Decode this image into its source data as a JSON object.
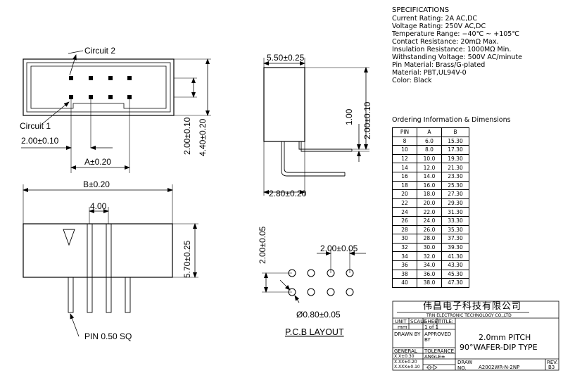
{
  "specs": {
    "title": "SPECIFICATIONS",
    "lines": [
      "Current Rating: 2A AC,DC",
      "Voltage Rating: 250V AC,DC",
      "Temperature Range: −40℃ ~ +105℃",
      "Contact Resistance: 20mΩ Max.",
      "Insulation Resistance: 1000MΩ Min.",
      "Withstanding Voltage: 500V AC/minute",
      "Pin Material: Brass/G-plated",
      "Material: PBT,UL94V-0",
      "Color: Black"
    ]
  },
  "ordering": {
    "title": "Ordering Information & Dimensions",
    "headers": [
      "PIN",
      "A",
      "B"
    ],
    "rows": [
      [
        "8",
        "6.0",
        "15.30"
      ],
      [
        "10",
        "8.0",
        "17.30"
      ],
      [
        "12",
        "10.0",
        "19.30"
      ],
      [
        "14",
        "12.0",
        "21.30"
      ],
      [
        "16",
        "14.0",
        "23.30"
      ],
      [
        "18",
        "16.0",
        "25.30"
      ],
      [
        "20",
        "18.0",
        "27.30"
      ],
      [
        "22",
        "20.0",
        "29.30"
      ],
      [
        "24",
        "22.0",
        "31.30"
      ],
      [
        "26",
        "24.0",
        "33.30"
      ],
      [
        "28",
        "26.0",
        "35.30"
      ],
      [
        "30",
        "28.0",
        "37.30"
      ],
      [
        "32",
        "30.0",
        "39.30"
      ],
      [
        "34",
        "32.0",
        "41.30"
      ],
      [
        "36",
        "34.0",
        "43.30"
      ],
      [
        "38",
        "36.0",
        "45.30"
      ],
      [
        "40",
        "38.0",
        "47.30"
      ]
    ]
  },
  "labels": {
    "circuit2": "Circuit 2",
    "circuit1": "Circuit 1",
    "dim_200_010_left": "2.00±0.10",
    "dim_a": "A±0.20",
    "dim_200_010_v": "2.00±0.10",
    "dim_440_020": "4.40±0.20",
    "dim_550_025": "5.50±0.25",
    "dim_100": "1.00",
    "dim_200_010_side": "2.00±0.10",
    "dim_280_020": "2.80±0.20",
    "dim_b": "B±0.20",
    "dim_400": "4.00",
    "dim_570_025": "5.70±0.25",
    "pin_sq": "PIN 0.50 SQ",
    "pcb_200_005_v": "2.00±0.05",
    "pcb_200_005_h": "2.00±0.05",
    "pcb_hole": "Ø0.80±0.05",
    "pcb_layout": "P.C.B LAYOUT"
  },
  "titleblock": {
    "company_cn": "伟昌电子科技有限公司",
    "company_en": "TRN ELECTRONIC TECHNOLOGY CO.,LTD",
    "unit": "UNIT",
    "scale": "SCALE",
    "sheet": "SHEET",
    "title_label": "TITLE:",
    "unit_val": "mm",
    "sheet_val": "1 of 1",
    "drawn_by": "DRAWN BY",
    "approved_by": "APPROVED BY",
    "title_line1": "2.0mm PITCH",
    "title_line2": "90°WAFER-DIP TYPE",
    "general": "GENERAL",
    "tolerance": "TOLERANCE",
    "tol1": "X.X±0.30",
    "tol2": "X.XX±0.20",
    "tol3": "X.XXX±0.10",
    "angle": "ANGLE±",
    "draw_no_label": "DRAW NO.",
    "draw_no": "A2002WR-N-2NP",
    "rev_label": "REV.",
    "rev": "B3"
  }
}
